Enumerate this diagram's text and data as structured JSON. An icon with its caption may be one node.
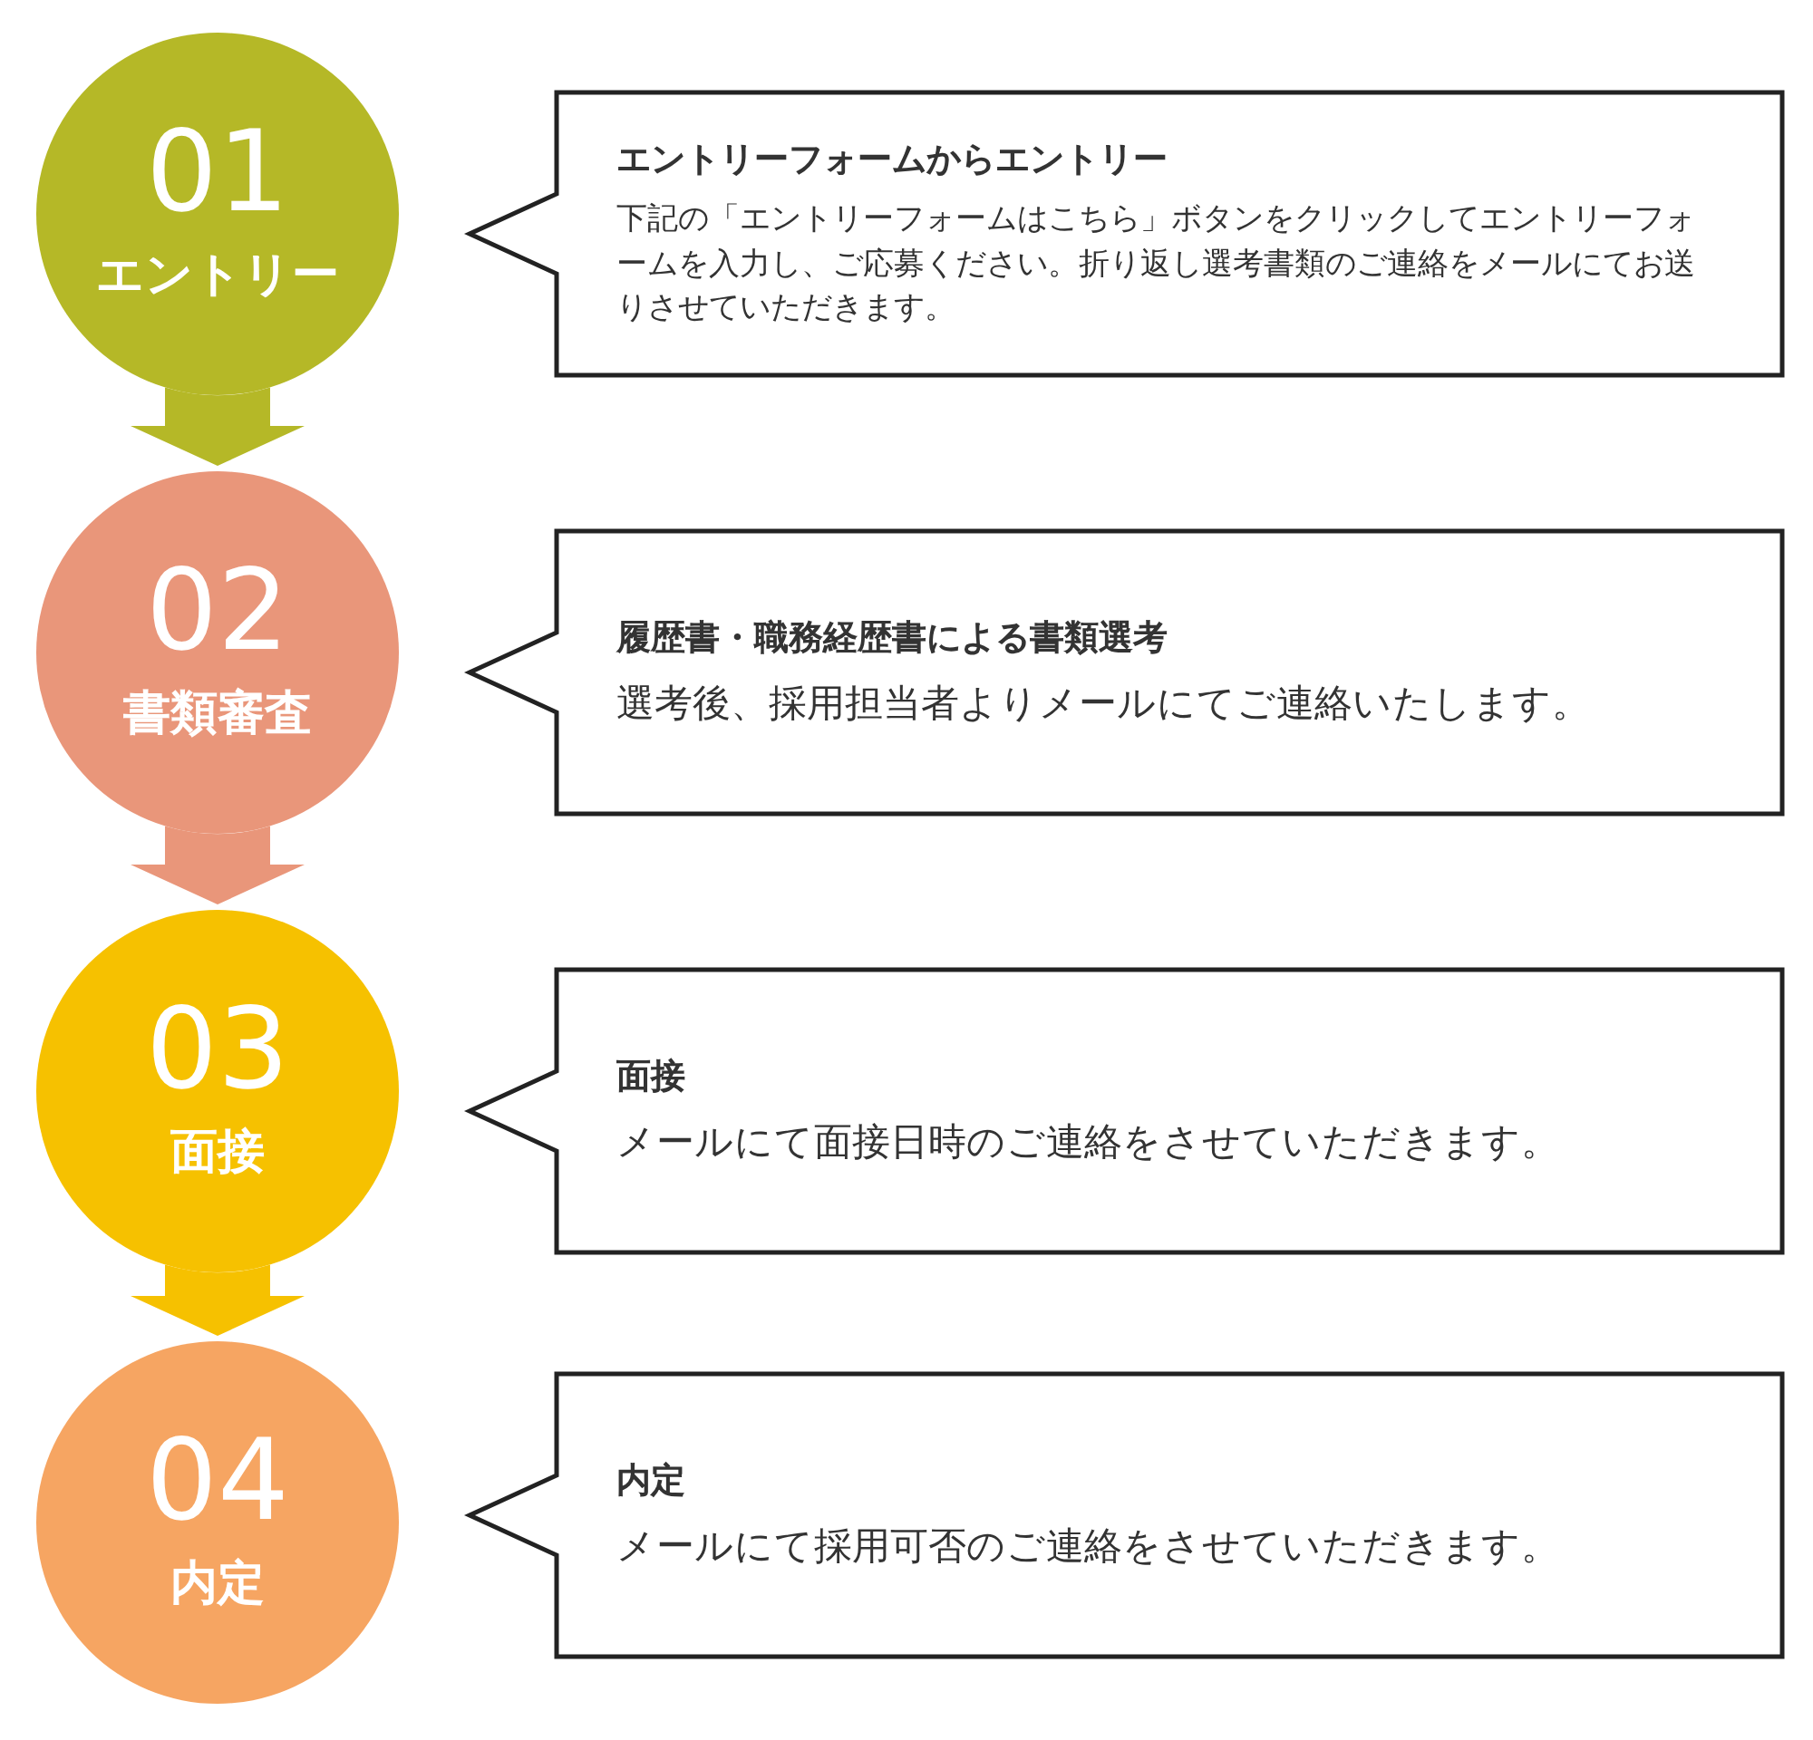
{
  "diagram": {
    "nodes": [
      {
        "text": [
          "01",
          "エントリー"
        ]
      },
      {
        "text": [
          "02",
          "書類審査"
        ]
      },
      {
        "text": [
          "03",
          "面接"
        ]
      },
      {
        "text": [
          "04",
          "内定"
        ]
      },
      {
        "text": [
          "エントリーフォームからエントリー",
          "下記の「エントリーフォームはこちら」ボタンをクリックしてエントリーフォームを入力し、ご応募ください。折り返し選考書類のご連絡をメールにてお送りさせていただきます。"
        ]
      },
      {
        "text": [
          "履歴書・職務経歴書による書類選考",
          "選考後、採用担当者よりメールにてご連絡いたします。"
        ]
      },
      {
        "text": [
          "面接",
          "メールにて面接日時のご連絡をさせていただきます。"
        ]
      },
      {
        "text": [
          "内定",
          "メールにて採用可否のご連絡をさせていただきます。"
        ]
      }
    ],
    "edges": [
      {
        "from": 0,
        "to": 1,
        "arrow": "to",
        "color": "#b5b827"
      },
      {
        "from": 1,
        "to": 2,
        "arrow": "to",
        "color": "#e9967a"
      },
      {
        "from": 2,
        "to": 3,
        "arrow": "to",
        "color": "#f6c100"
      }
    ]
  }
}
